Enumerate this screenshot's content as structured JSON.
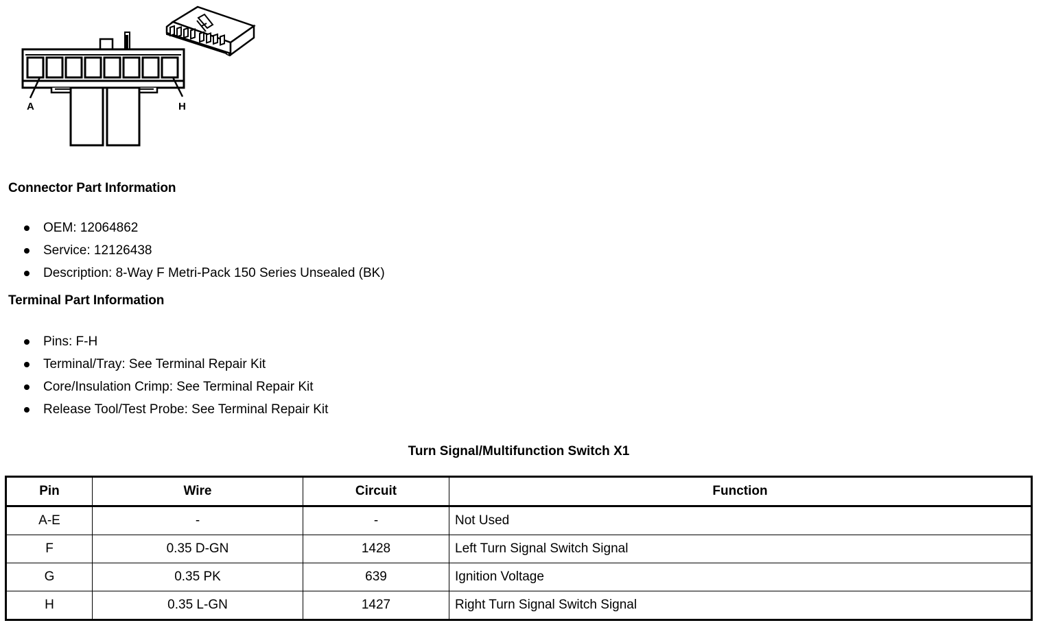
{
  "figure": {
    "caption_left": "A",
    "caption_right": "H",
    "cavity_count": 8,
    "icon_names": [
      "connector-front-view",
      "connector-isometric-view"
    ]
  },
  "connector_part": {
    "heading": "Connector Part Information",
    "items": [
      "OEM: 12064862",
      "Service: 12126438",
      "Description: 8-Way F Metri-Pack 150 Series Unsealed (BK)"
    ]
  },
  "terminal_part": {
    "heading": "Terminal Part Information",
    "items": [
      "Pins: F-H",
      "Terminal/Tray: See Terminal Repair Kit",
      "Core/Insulation Crimp: See Terminal Repair Kit",
      "Release Tool/Test Probe: See Terminal Repair Kit"
    ]
  },
  "pin_table": {
    "title": "Turn Signal/Multifunction Switch X1",
    "columns": [
      "Pin",
      "Wire",
      "Circuit",
      "Function"
    ],
    "rows": [
      {
        "pin": "A-E",
        "wire": "-",
        "circuit": "-",
        "function": "Not Used"
      },
      {
        "pin": "F",
        "wire": "0.35 D-GN",
        "circuit": "1428",
        "function": "Left Turn Signal Switch Signal"
      },
      {
        "pin": "G",
        "wire": "0.35 PK",
        "circuit": "639",
        "function": "Ignition Voltage"
      },
      {
        "pin": "H",
        "wire": "0.35 L-GN",
        "circuit": "1427",
        "function": "Right Turn Signal Switch Signal"
      }
    ]
  },
  "colors": {
    "ink": "#000000",
    "paper": "#ffffff"
  }
}
